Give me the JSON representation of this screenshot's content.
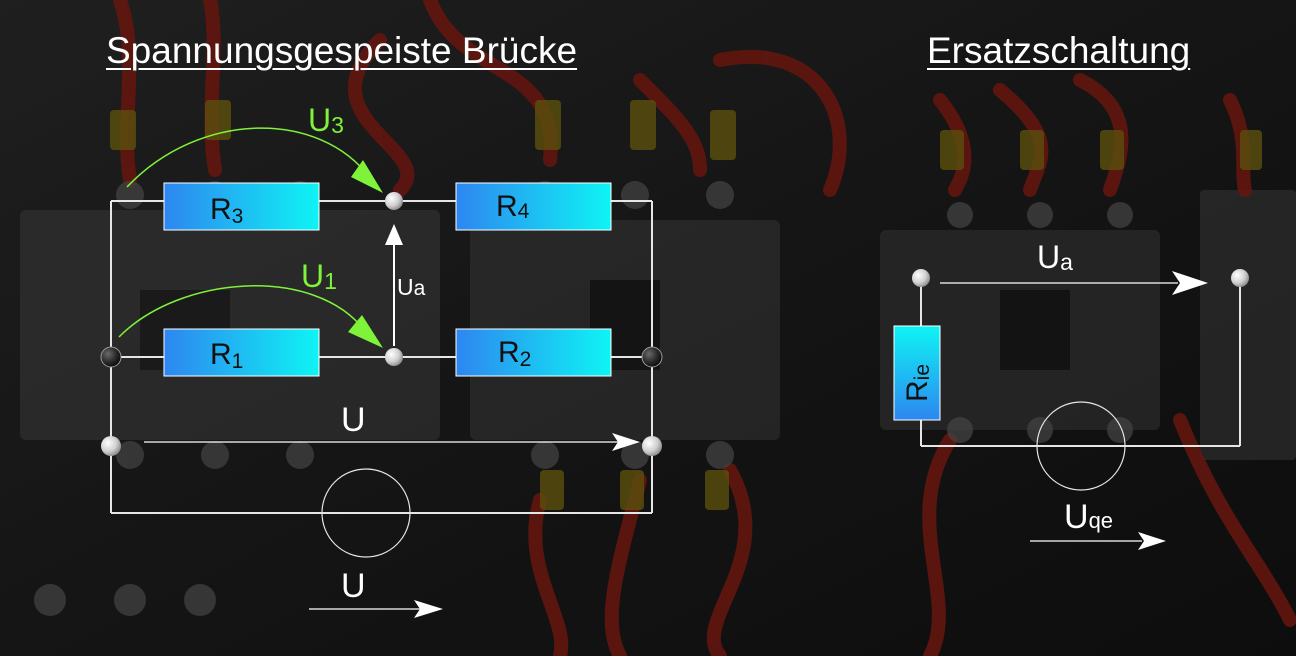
{
  "titles": {
    "left": "Spannungsgespeiste Brücke",
    "right": "Ersatzschaltung"
  },
  "bridge": {
    "resistors": {
      "r3": {
        "main": "R",
        "sub": "3"
      },
      "r4": {
        "main": "R",
        "sub": "4"
      },
      "r1": {
        "main": "R",
        "sub": "1"
      },
      "r2": {
        "main": "R",
        "sub": "2"
      }
    },
    "voltages": {
      "u3": {
        "main": "U",
        "sub": "3"
      },
      "u1": {
        "main": "U",
        "sub": "1"
      },
      "ua": {
        "main": "U",
        "sub": "a"
      },
      "u": "U",
      "u_source": "U"
    }
  },
  "equivalent": {
    "resistor": {
      "main": "R",
      "sub": "ie"
    },
    "ua": {
      "main": "U",
      "sub": "a"
    },
    "uqe": {
      "main": "U",
      "sub": "qe"
    }
  },
  "colors": {
    "wire": "#e6e6e6",
    "label": "#ffffff",
    "partial_voltage": "#7ff23a",
    "resistor_gradient_start": "#2e86f0",
    "resistor_gradient_end": "#0ef4f4"
  }
}
